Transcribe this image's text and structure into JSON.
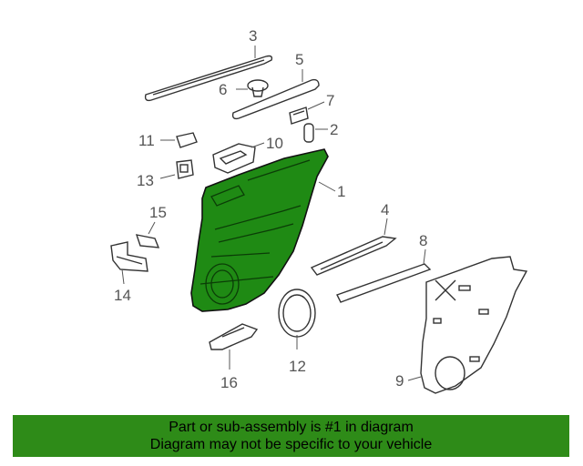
{
  "colors": {
    "highlight": "#1f8a14",
    "banner": "#2e8b18",
    "line": "#333333",
    "label": "#555555"
  },
  "callouts": [
    "1",
    "2",
    "3",
    "4",
    "5",
    "6",
    "7",
    "8",
    "9",
    "10",
    "11",
    "12",
    "13",
    "14",
    "15",
    "16"
  ],
  "highlighted_part": "1",
  "banner": {
    "line1": "Part or sub-assembly is #1 in diagram",
    "line2": "Diagram may not be specific to your vehicle"
  }
}
